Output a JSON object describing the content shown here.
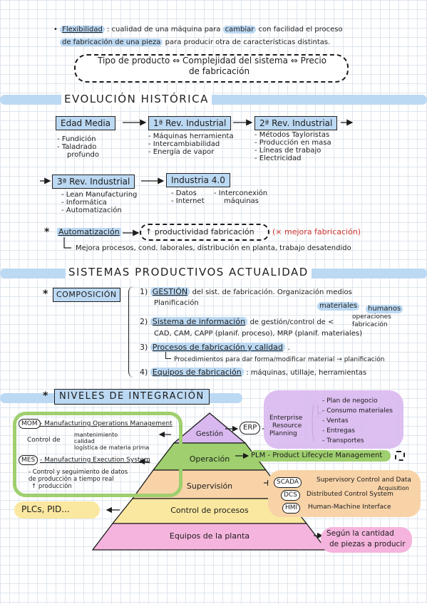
{
  "intro": {
    "bullet": "•",
    "term": "Flexibilidad",
    "line1_rest": ": cualidad de una máquina para",
    "highlight_word": "cambiar",
    "line1_end": "con facilidad el proceso",
    "line2_highlight": "de fabricación de una pieza",
    "line2_rest": "para producir otra de características distintas.",
    "cloud": {
      "part1": "Tipo de producto ⇔ Complejidad del sistema ⇔ Precio",
      "part2": "de fabricación"
    }
  },
  "historia": {
    "title": "EVOLUCIÓN HISTÓRICA",
    "stages": [
      {
        "label": "Edad Media",
        "items": [
          "- Fundición",
          "- Taladrado",
          "profundo"
        ]
      },
      {
        "label": "1ª Rev. Industrial",
        "items": [
          "- Máquinas herramienta",
          "- Intercambiabilidad",
          "- Energía de vapor"
        ]
      },
      {
        "label": "2ª Rev. Industrial",
        "items": [
          "- Métodos Tayloristas",
          "- Producción en masa",
          "- Líneas de trabajo",
          "- Electricidad"
        ]
      },
      {
        "label": "3ª Rev. Industrial",
        "items": [
          "- Lean Manufacturing",
          "- Informática",
          "- Automatización"
        ]
      },
      {
        "label": "Industria 4.0",
        "items": [
          "- Datos",
          "- Internet",
          "- Interconexión",
          "máquinas"
        ]
      }
    ],
    "automatizacion": {
      "star": "*",
      "term": "Automatización",
      "arrow": "→",
      "result": "↑ productividad fabricación",
      "note": "(× mejora fabricación)",
      "sub": "Mejora procesos, cond. laborales, distribución en planta, trabajo desatendido"
    }
  },
  "sistemas": {
    "title": "SISTEMAS PRODUCTIVOS ACTUALIDAD",
    "composicion": {
      "star": "*",
      "label": "COMPOSICIÓN",
      "items": [
        {
          "num": "1)",
          "key": "GESTIÓN",
          "rest": "del sist. de fabricación. Organización medios",
          "line2": "Planificación",
          "tag1": "materiales",
          "tag2": "humanos"
        },
        {
          "num": "2)",
          "key": "Sistema de información",
          "rest": "de gestión/control de <",
          "side1": "operaciones",
          "side2": "fabricación",
          "line2": "CAD, CAM, CAPP (planif. proceso), MRP (planif. materiales)"
        },
        {
          "num": "3)",
          "key": "Procesos de fabricación y calidad",
          "rest": ".",
          "line2": "Procedimientos para dar forma/modificar material → planificación"
        },
        {
          "num": "4)",
          "key": "Equipos de fabricación",
          "rest": ": máquinas, utillaje, herramientas"
        }
      ]
    },
    "niveles": {
      "star": "*",
      "title": "NIVELES DE INTEGRACIÓN",
      "pyramid": [
        "Gestión",
        "Operación",
        "Supervisión",
        "Control de procesos",
        "Equipos de la planta"
      ],
      "left": {
        "mom_tag": "MOM",
        "mom_text": "- Manufacturing Operations Management",
        "mom_control": "Control de",
        "mom_items": [
          "mantenimiento",
          "calidad",
          "logística de materia prima"
        ],
        "mes_tag": "MES",
        "mes_text": "- Manufacturing Execution System",
        "mes_items": [
          "- Control y seguimiento de datos",
          "de producción a tiempo real",
          "↑ producción"
        ],
        "plcs": "PLCs, PID..."
      },
      "right": {
        "erp_tag": "ERP",
        "erp_words": [
          "Enterprise",
          "Resource",
          "Planning"
        ],
        "erp_items": [
          "- Plan de negocio",
          "- Consumo materiales",
          "- Ventas",
          "- Entregas",
          "- Transportes"
        ],
        "plm": "PLM - Product Lifecycle Management",
        "scada_tag": "SCADA",
        "scada_text": "Supervisory Control and Data",
        "scada_text2": "Acquisition",
        "dcs_tag": "DCS",
        "dcs_text": "Distributed Control System",
        "hmi_tag": "HMI",
        "hmi_text": "Human-Machine Interface",
        "equipos_text1": "Según la cantidad",
        "equipos_text2": "de piezas a producir"
      }
    }
  },
  "colors": {
    "blue": "#bcd9f3",
    "green": "#9fcf6e",
    "purple": "#d9b8f0",
    "orange": "#f8d3a8",
    "yellow": "#fbe8a0",
    "pink": "#f5b4dd",
    "red": "#d0342c"
  }
}
